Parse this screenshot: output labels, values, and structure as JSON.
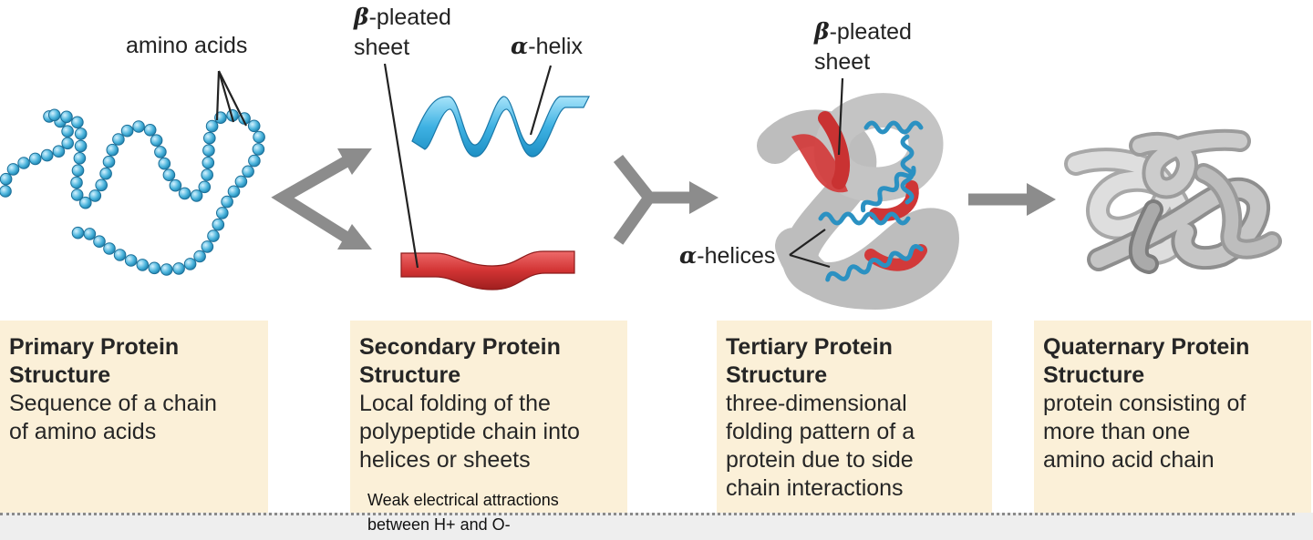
{
  "labels": {
    "amino_acids": "amino acids",
    "beta_sheet_greek": "β",
    "beta_sheet_text": "-pleated\nsheet",
    "alpha_helix_greek": "α",
    "alpha_helix_text": "-helix",
    "tertiary_beta_greek": "β",
    "tertiary_beta_text": "-pleated\nsheet",
    "alpha_helices_greek": "α",
    "alpha_helices_text": "-helices"
  },
  "cards": [
    {
      "title": "Primary Protein\nStructure",
      "desc": "Sequence of a chain\nof amino acids"
    },
    {
      "title": "Secondary Protein\nStructure",
      "desc": "Local folding of the\npolypeptide chain into\nhelices or sheets",
      "note": "Weak electrical attractions\nbetween H+ and O-"
    },
    {
      "title": "Tertiary Protein\nStructure",
      "desc": "three-dimensional\nfolding pattern of a\nprotein due to side\nchain interactions"
    },
    {
      "title": "Quaternary Protein\nStructure",
      "desc": "protein consisting of\nmore than one\namino acid chain"
    }
  ],
  "colors": {
    "bead": "#4bb4dc",
    "helix": "#5ec8ef",
    "sheet": "#d33a3a",
    "arrow": "#8c8c8c",
    "card_bg": "#fbf0d8",
    "quaternary_chain": "#c4c4c4"
  }
}
